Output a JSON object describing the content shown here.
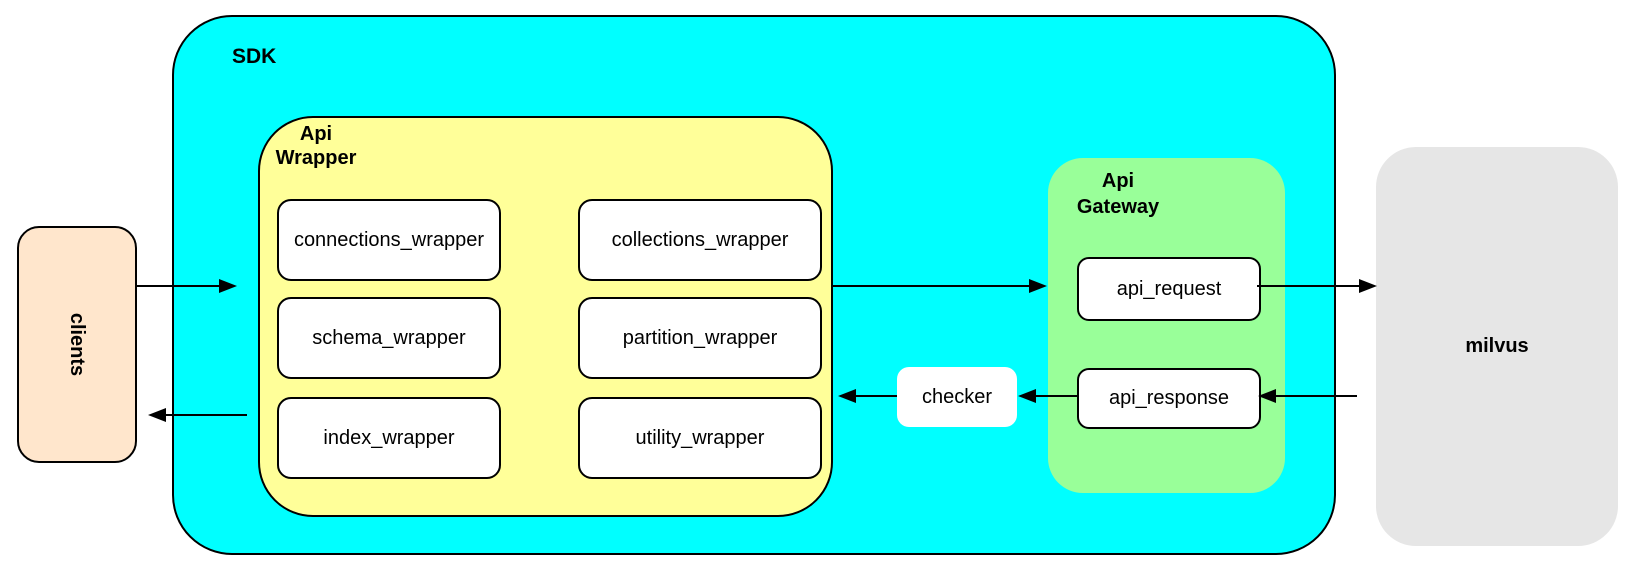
{
  "diagram": {
    "clients": {
      "label": "clients"
    },
    "sdk": {
      "label": "SDK",
      "api_wrapper": {
        "label_line1": "Api",
        "label_line2": "Wrapper",
        "modules": [
          "connections_wrapper",
          "collections_wrapper",
          "schema_wrapper",
          "partition_wrapper",
          "index_wrapper",
          "utility_wrapper"
        ]
      },
      "checker": {
        "label": "checker"
      },
      "api_gateway": {
        "label_line1": "Api",
        "label_line2": "Gateway",
        "request": "api_request",
        "response": "api_response"
      }
    },
    "milvus": {
      "label": "milvus"
    },
    "edges": [
      {
        "from": "clients",
        "to": "api_wrapper"
      },
      {
        "from": "api_wrapper",
        "to": "api_gateway"
      },
      {
        "from": "api_request",
        "to": "milvus"
      },
      {
        "from": "milvus",
        "to": "api_response"
      },
      {
        "from": "api_response",
        "to": "checker"
      },
      {
        "from": "checker",
        "to": "api_wrapper"
      },
      {
        "from": "api_wrapper",
        "to": "clients"
      }
    ],
    "colors": {
      "sdk_fill": "#00FFFF",
      "api_wrapper_fill": "#FFFF99",
      "api_gateway_fill": "#99FF99",
      "clients_fill": "#FFE6CC",
      "milvus_fill": "#E6E6E6",
      "node_fill": "#FFFFFF",
      "stroke": "#000000"
    }
  }
}
